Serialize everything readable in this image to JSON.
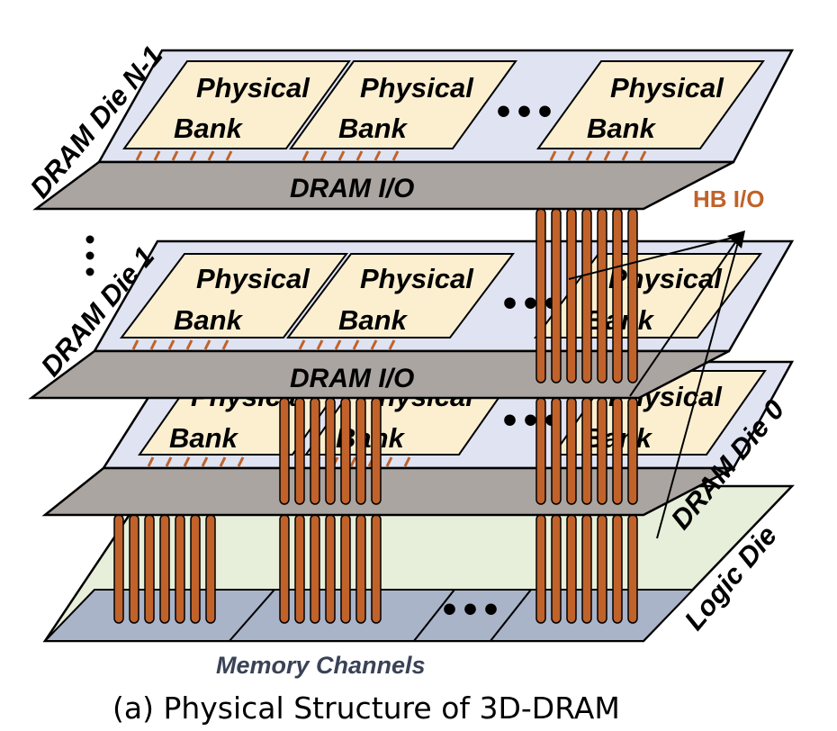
{
  "labels": {
    "bank_top": "Physical",
    "bank_bottom": "Bank",
    "dram_io": "DRAM I/O",
    "hb_io": "HB I/O",
    "die_n1": "DRAM Die N-1",
    "die_1": "DRAM Die 1",
    "die_0": "DRAM Die 0",
    "logic_die": "Logic Die",
    "memory_channels": "Memory Channels",
    "caption": "(a) Physical Structure of 3D-DRAM",
    "ellipsis": "•••",
    "vertical_dots": "⋮"
  },
  "colors": {
    "die_fill": "#dfe3f2",
    "bank_fill": "#fbefd0",
    "io_fill": "#aba5a2",
    "logic_fill": "#e7efda",
    "channel_fill": "#a9b4c9",
    "tsv_fill": "#c0622a",
    "outline": "#000000"
  }
}
